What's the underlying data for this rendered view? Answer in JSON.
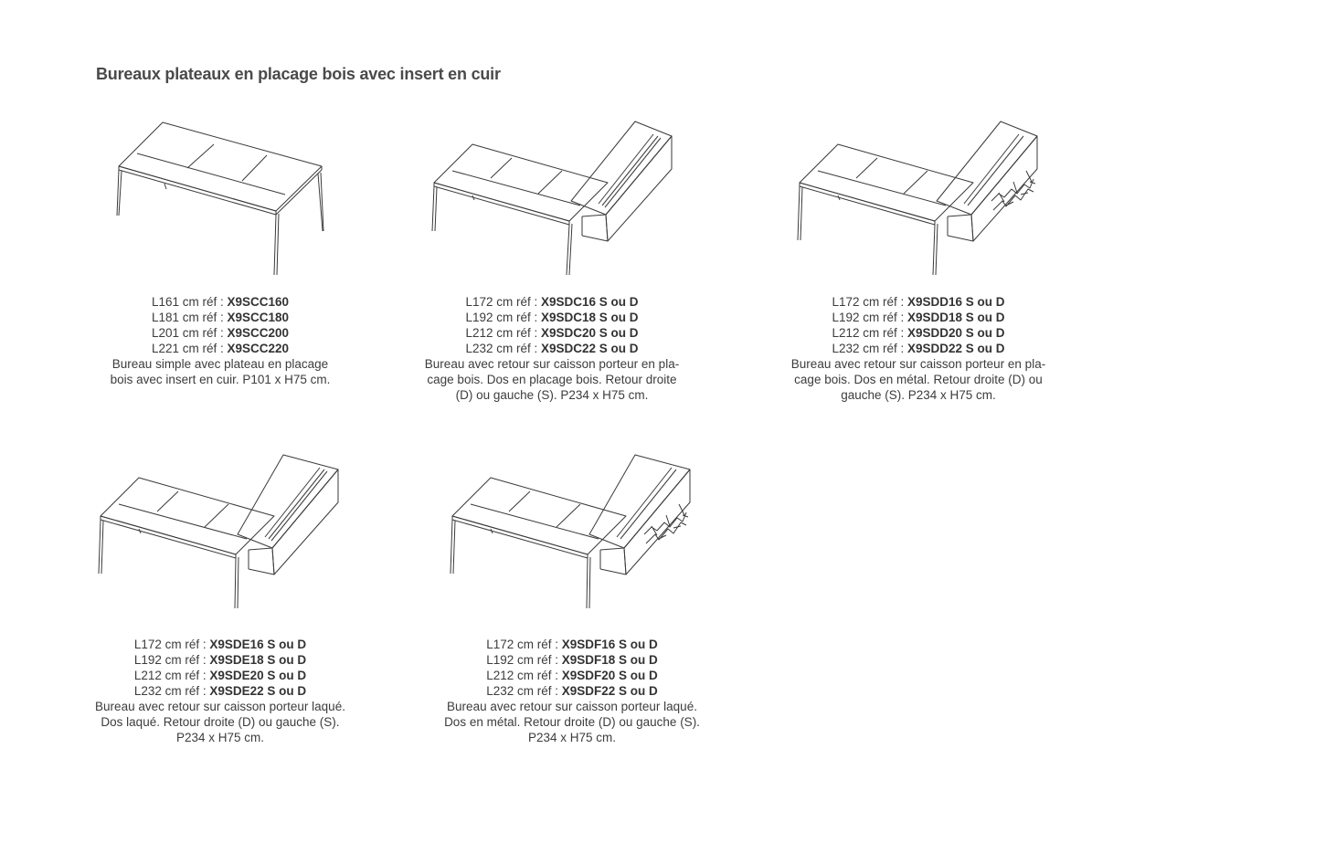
{
  "page_title": "Bureaux plateaux en placage bois avec insert en cuir",
  "products": [
    {
      "refs": [
        {
          "dim": "L161 cm réf : ",
          "ref": "X9SCC160"
        },
        {
          "dim": "L181 cm réf : ",
          "ref": "X9SCC180"
        },
        {
          "dim": "L201 cm réf : ",
          "ref": "X9SCC200"
        },
        {
          "dim": "L221 cm réf : ",
          "ref": "X9SCC220"
        }
      ],
      "description": [
        "Bureau simple avec plateau en placage",
        "bois avec insert en cuir. P101 x H75 cm."
      ]
    },
    {
      "refs": [
        {
          "dim": "L172 cm réf : ",
          "ref": "X9SDC16 S ou D"
        },
        {
          "dim": "L192 cm réf : ",
          "ref": "X9SDC18 S ou D"
        },
        {
          "dim": "L212 cm réf : ",
          "ref": "X9SDC20 S ou D"
        },
        {
          "dim": "L232 cm réf : ",
          "ref": "X9SDC22 S ou D"
        }
      ],
      "description": [
        "Bureau avec retour sur caisson porteur en pla-",
        "cage bois. Dos en placage bois. Retour droite",
        "(D) ou gauche (S). P234 x H75 cm."
      ]
    },
    {
      "refs": [
        {
          "dim": "L172 cm réf : ",
          "ref": "X9SDD16 S ou D"
        },
        {
          "dim": "L192 cm réf : ",
          "ref": "X9SDD18 S ou D"
        },
        {
          "dim": "L212 cm réf : ",
          "ref": "X9SDD20 S ou D"
        },
        {
          "dim": "L232 cm réf : ",
          "ref": "X9SDD22 S ou D"
        }
      ],
      "description": [
        "Bureau avec retour sur caisson porteur en pla-",
        "cage bois. Dos en métal. Retour droite (D) ou",
        "gauche (S). P234 x H75 cm."
      ]
    },
    {
      "refs": [
        {
          "dim": "L172 cm réf : ",
          "ref": "X9SDE16 S ou D"
        },
        {
          "dim": "L192 cm réf : ",
          "ref": "X9SDE18 S ou D"
        },
        {
          "dim": "L212 cm réf : ",
          "ref": "X9SDE20 S ou D"
        },
        {
          "dim": "L232 cm réf : ",
          "ref": "X9SDE22 S ou D"
        }
      ],
      "description": [
        "Bureau avec retour sur caisson porteur laqué.",
        "Dos laqué. Retour droite (D) ou gauche (S).",
        "P234 x H75 cm."
      ]
    },
    {
      "refs": [
        {
          "dim": "L172 cm réf : ",
          "ref": "X9SDF16 S ou D"
        },
        {
          "dim": "L192 cm réf : ",
          "ref": "X9SDF18 S ou D"
        },
        {
          "dim": "L212 cm réf : ",
          "ref": "X9SDF20 S ou D"
        },
        {
          "dim": "L232 cm réf : ",
          "ref": "X9SDF22 S ou D"
        }
      ],
      "description": [
        "Bureau avec retour sur caisson porteur laqué.",
        "Dos en métal. Retour droite (D) ou gauche (S).",
        "P234 x H75 cm."
      ]
    }
  ]
}
